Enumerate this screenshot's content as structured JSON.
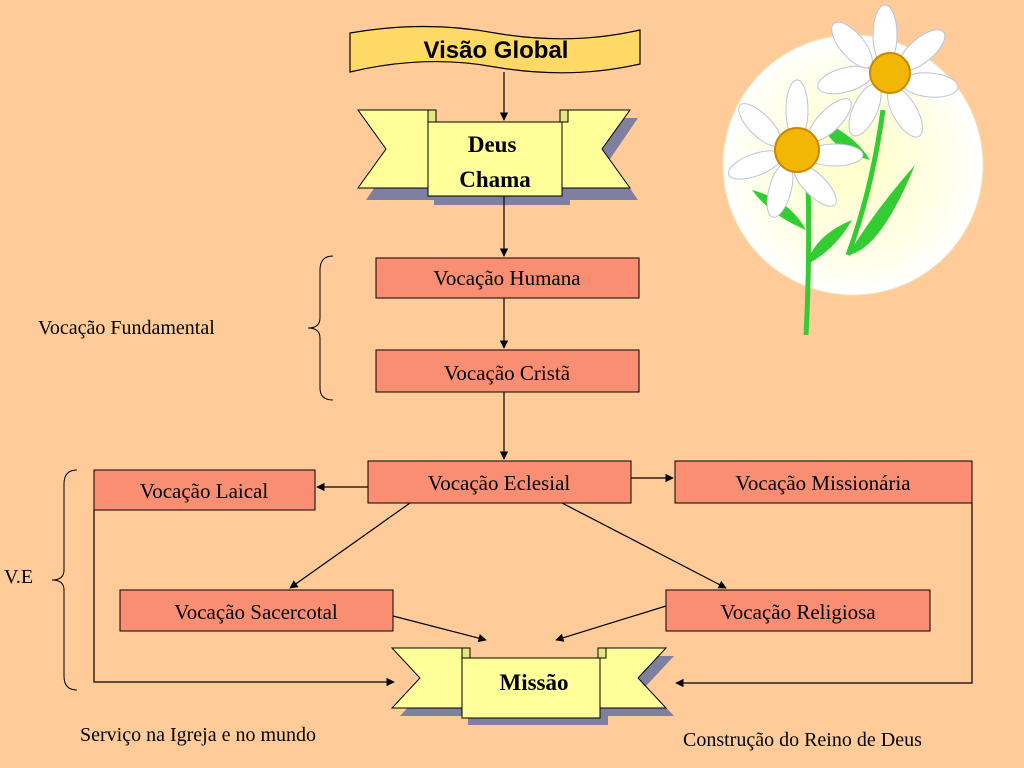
{
  "title": "Visão Global",
  "nodes": {
    "deus": "Deus\nChama",
    "humana": "Vocação Humana",
    "crista": "Vocação Cristã",
    "eclesial": "Vocação Eclesial",
    "laical": "Vocação Laical",
    "missionaria": "Vocação Missionária",
    "sacercotal": "Vocação Sacercotal",
    "religiosa": "Vocação Religiosa",
    "missao": "Missão"
  },
  "labels": {
    "fundamental": "Vocação Fundamental",
    "ve": "V.E",
    "servico": "Serviço na Igreja e no mundo",
    "construcao": "Construção do Reino de Deus"
  },
  "colors": {
    "background": "#FFCC99",
    "node_fill": "#FA8E72",
    "banner_fill": "#FFFF99",
    "title_fill": "#FFD966",
    "shadow": "#7F7F9F"
  }
}
